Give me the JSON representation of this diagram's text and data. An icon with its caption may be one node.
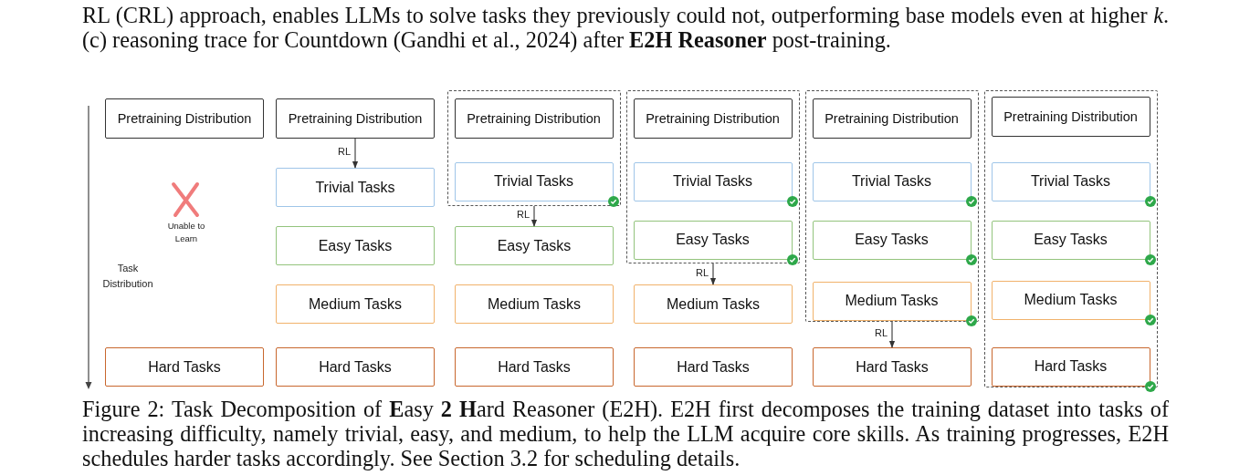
{
  "diagram": {
    "caption": "Figure 2: Task Decomposition of **E**asy **2 H**ard Reasoner (E2H). E2H first decomposes the training dataset into tasks of increasing difficulty, namely trivial, easy, and medium, to help the LLM acquire core skills. As training progresses, E2H schedules harder tasks accordingly. See Section 3.2 for scheduling details.",
    "nodes": [
      {
        "text": [
          "Pretraining Distribution"
        ]
      },
      {
        "text": [
          "Hard Tasks"
        ]
      },
      {
        "text": [
          "Pretraining Distribution"
        ]
      },
      {
        "text": [
          "Trivial Tasks"
        ]
      },
      {
        "text": [
          "Easy Tasks"
        ]
      },
      {
        "text": [
          "Medium Tasks"
        ]
      },
      {
        "text": [
          "Hard Tasks"
        ]
      },
      {
        "text": [],
        "shape": "box"
      },
      {
        "text": [
          "Pretraining Distribution"
        ],
        "in": 7
      },
      {
        "text": [
          "Trivial Tasks"
        ],
        "in": 7
      },
      {
        "text": [
          "Easy Tasks"
        ]
      },
      {
        "text": [
          "Medium Tasks"
        ]
      },
      {
        "text": [
          "Hard Tasks"
        ]
      },
      {
        "text": [],
        "shape": "box"
      },
      {
        "text": [
          "Pretraining Distribution"
        ],
        "in": 13
      },
      {
        "text": [
          "Trivial Tasks"
        ],
        "in": 13
      },
      {
        "text": [
          "Easy Tasks"
        ],
        "in": 13
      },
      {
        "text": [
          "Medium Tasks"
        ]
      },
      {
        "text": [
          "Hard Tasks"
        ]
      },
      {
        "text": [],
        "shape": "box"
      },
      {
        "text": [
          "Pretraining Distribution"
        ],
        "in": 19
      },
      {
        "text": [
          "Trivial Tasks"
        ],
        "in": 19
      },
      {
        "text": [
          "Easy Tasks"
        ],
        "in": 19
      },
      {
        "text": [
          "Medium Tasks"
        ],
        "in": 19
      },
      {
        "text": [
          "Hard Tasks"
        ]
      },
      {
        "text": [],
        "shape": "box"
      },
      {
        "text": [
          "Pretraining Distribution"
        ],
        "in": 25
      },
      {
        "text": [
          "Trivial Tasks"
        ],
        "in": 25
      },
      {
        "text": [
          "Easy Tasks"
        ],
        "in": 25
      },
      {
        "text": [
          "Medium Tasks"
        ],
        "in": 25
      },
      {
        "text": [
          "Hard Tasks"
        ],
        "in": 25
      }
    ],
    "edges": [
      {
        "from": 2,
        "to": 3,
        "arrow": "to",
        "label": "RL"
      },
      {
        "from": 7,
        "to": 10,
        "arrow": "to",
        "label": "RL"
      },
      {
        "from": 13,
        "to": 17,
        "arrow": "to",
        "label": "RL"
      },
      {
        "from": 19,
        "to": 24,
        "arrow": "to",
        "label": "RL"
      }
    ],
    "labels": [
      "RL (CRL) approach, enables LLMs to solve tasks they previously could not, outperforming base models even at higher *k*. (c) reasoning trace for Countdown (Gandhi et al., 2024) after **E2H Reasoner** post-training.",
      "Unable to Learn",
      "Task Distribution"
    ]
  }
}
